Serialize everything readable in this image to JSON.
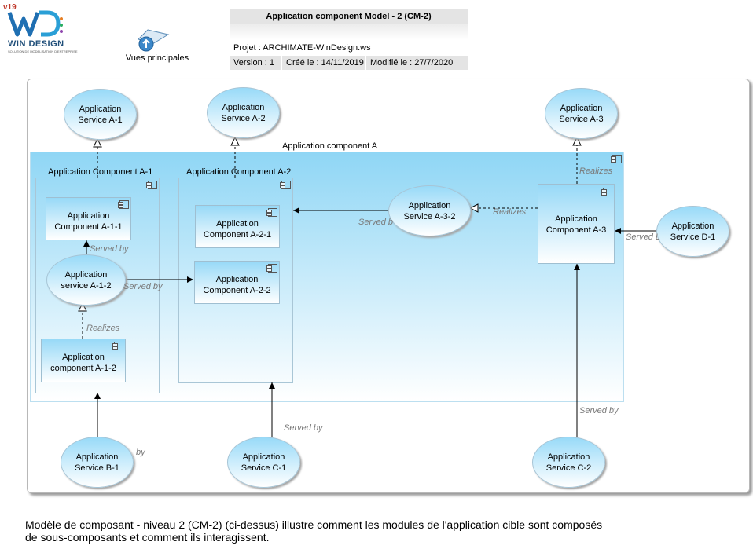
{
  "logo": {
    "badge": "v19",
    "name": "WIN DESIGN",
    "tagline": "SOLUTION DE MODELISATION D'ENTREPRISE"
  },
  "nav": {
    "vues_label": "Vues principales",
    "icon": "up-arrow-circle-icon"
  },
  "header": {
    "title": "Application component Model - 2 (CM-2)",
    "project": "Projet : ARCHIMATE-WinDesign.ws",
    "version": "Version : 1",
    "created": "Créé le : 14/11/2019",
    "modified": "Modifié le : 27/7/2020"
  },
  "diagram": {
    "container": "Application component A",
    "components": {
      "a1": "Application Component A-1",
      "a2": "Application Component A-2",
      "a11": "Application Component A-1-1",
      "a12": "Application component A-1-2",
      "a21": "Application Component A-2-1",
      "a22": "Application Component A-2-2",
      "a3": "Application Component A-3"
    },
    "services": {
      "sa1": "Application Service A-1",
      "sa2": "Application Service A-2",
      "sa3": "Application Service A-3",
      "sa12": "Application service A-1-2",
      "sa32": "Application Service A-3-2",
      "sd1": "Application Service D-1",
      "sb1": "Application Service B-1",
      "sc1": "Application Service C-1",
      "sc2": "Application Service C-2"
    },
    "relations": {
      "served_by": "Served by",
      "realizes": "Realizes",
      "served_b_trunc": "Served b",
      "served_l_trunc": "Served L",
      "by_trunc": "by"
    }
  },
  "caption": {
    "line1": "Modèle de composant - niveau 2 (CM-2) (ci-dessus) illustre comment les modules de l'application cible sont composés",
    "line2": "de sous-composants et comment ils interagissent."
  }
}
